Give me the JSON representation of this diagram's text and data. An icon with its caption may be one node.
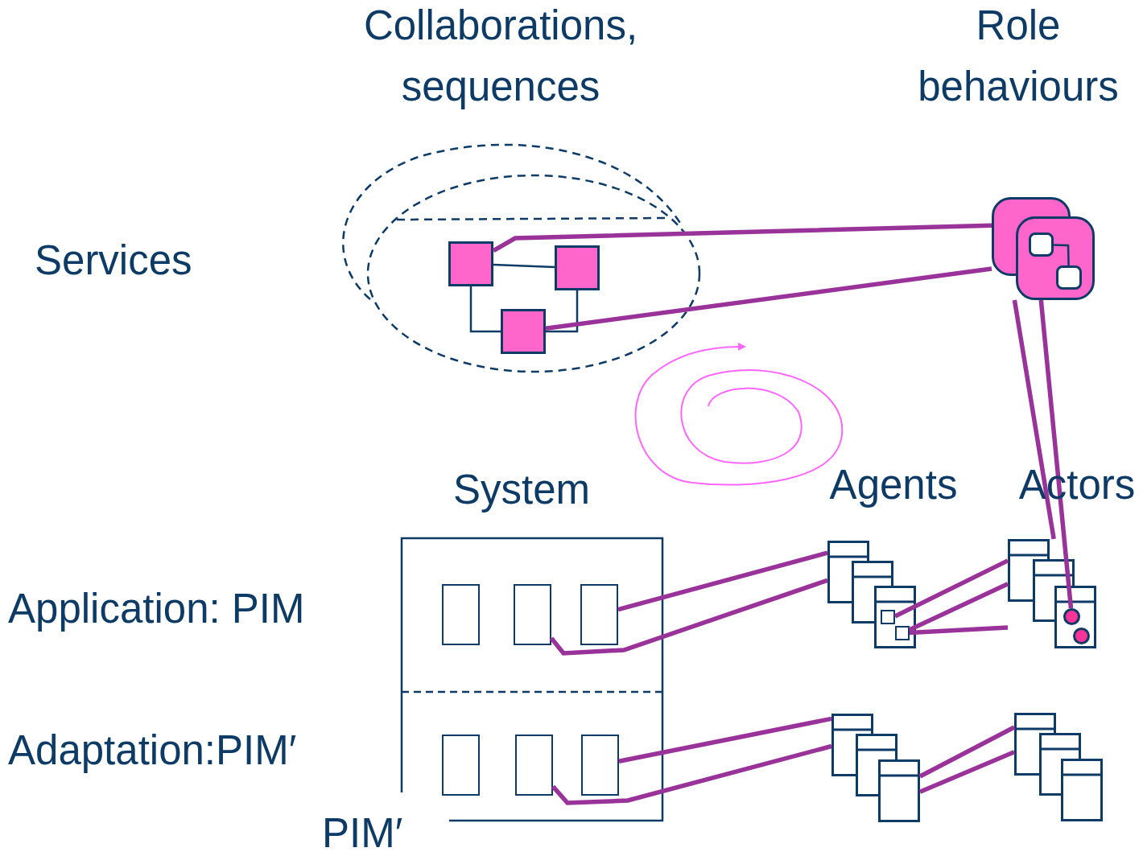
{
  "diagram": {
    "nodes": [
      {
        "text": [],
        "shape": "box"
      },
      {
        "text": [],
        "shape": "box"
      },
      {
        "text": [],
        "shape": "box"
      },
      {
        "text": [],
        "shape": "box"
      },
      {
        "text": [],
        "shape": "box",
        "in": 3
      },
      {
        "text": [],
        "shape": "box",
        "in": 3
      },
      {
        "text": [],
        "shape": "box"
      },
      {
        "text": [],
        "shape": "box",
        "in": 6
      },
      {
        "text": [],
        "shape": "box",
        "in": 6
      },
      {
        "text": [],
        "shape": "box",
        "in": 6
      },
      {
        "text": [],
        "shape": "box",
        "in": 6
      },
      {
        "text": [],
        "shape": "box",
        "in": 6
      },
      {
        "text": [],
        "shape": "box",
        "in": 6
      },
      {
        "text": [],
        "shape": "box"
      },
      {
        "text": [],
        "shape": "box",
        "in": 13
      },
      {
        "text": [],
        "shape": "box",
        "in": 13
      },
      {
        "text": [],
        "shape": "box"
      },
      {
        "text": [],
        "shape": "circle",
        "in": 16
      },
      {
        "text": [],
        "shape": "circle",
        "in": 16
      },
      {
        "text": [],
        "shape": "box"
      },
      {
        "text": [],
        "shape": "box"
      }
    ],
    "edges": [
      {
        "from": 0,
        "to": 1,
        "arrow": "none",
        "color": "#0d3b66"
      },
      {
        "from": 0,
        "to": 2,
        "arrow": "none",
        "color": "#0d3b66"
      },
      {
        "from": 1,
        "to": 2,
        "arrow": "none",
        "color": "#0d3b66"
      },
      {
        "from": 4,
        "to": 5,
        "arrow": "none",
        "color": "#0d3b66"
      },
      {
        "from": 0,
        "to": 3,
        "arrow": "none"
      },
      {
        "from": 2,
        "to": 3,
        "arrow": "none"
      },
      {
        "from": 3,
        "to": 16,
        "arrow": "none"
      },
      {
        "from": 3,
        "to": 17,
        "arrow": "none"
      },
      {
        "from": 9,
        "to": 13,
        "arrow": "none"
      },
      {
        "from": 8,
        "to": 13,
        "arrow": "none"
      },
      {
        "from": 14,
        "to": 16,
        "arrow": "none"
      },
      {
        "from": 15,
        "to": 16,
        "arrow": "none"
      },
      {
        "from": 15,
        "to": 16,
        "arrow": "none"
      },
      {
        "from": 12,
        "to": 19,
        "arrow": "none"
      },
      {
        "from": 11,
        "to": 19,
        "arrow": "none"
      },
      {
        "from": 19,
        "to": 20,
        "arrow": "none"
      },
      {
        "from": 19,
        "to": 20,
        "arrow": "none"
      }
    ],
    "labels": [
      "Collaborations, sequences",
      "Role behaviours",
      "Services",
      "System",
      "Agents",
      "Actors",
      "Application: PIM",
      "Adaptation:PIM′",
      "PIM′"
    ]
  }
}
